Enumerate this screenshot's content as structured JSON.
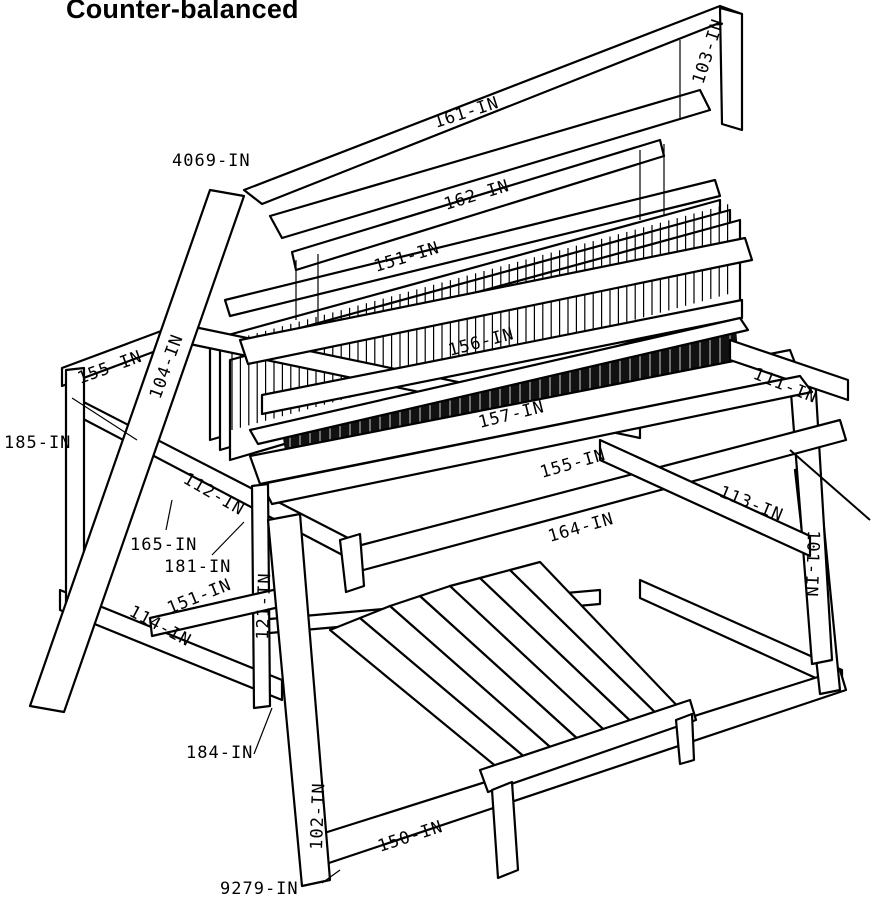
{
  "title": "Counter-balanced",
  "labels": {
    "p4069": "4069-IN",
    "p161": "161-IN",
    "p103": "103-IN",
    "p162": "162-IN",
    "p151_top": "151-IN",
    "p156": "156-IN",
    "p155_left": "155-IN",
    "p104": "104-IN",
    "p185": "185-IN",
    "p111": "111-IN",
    "p157": "157-IN",
    "p155_mid": "155-IN",
    "p112": "112-IN",
    "p165": "165-IN",
    "p181": "181-IN",
    "p164": "164-IN",
    "p113": "113-IN",
    "p101": "101-IN",
    "p121": "121-IN",
    "p151_low": "151-IN",
    "p114": "114-IN",
    "p184": "184-IN",
    "p102": "102-IN",
    "p150": "150-IN",
    "p9279": "9279-IN"
  }
}
